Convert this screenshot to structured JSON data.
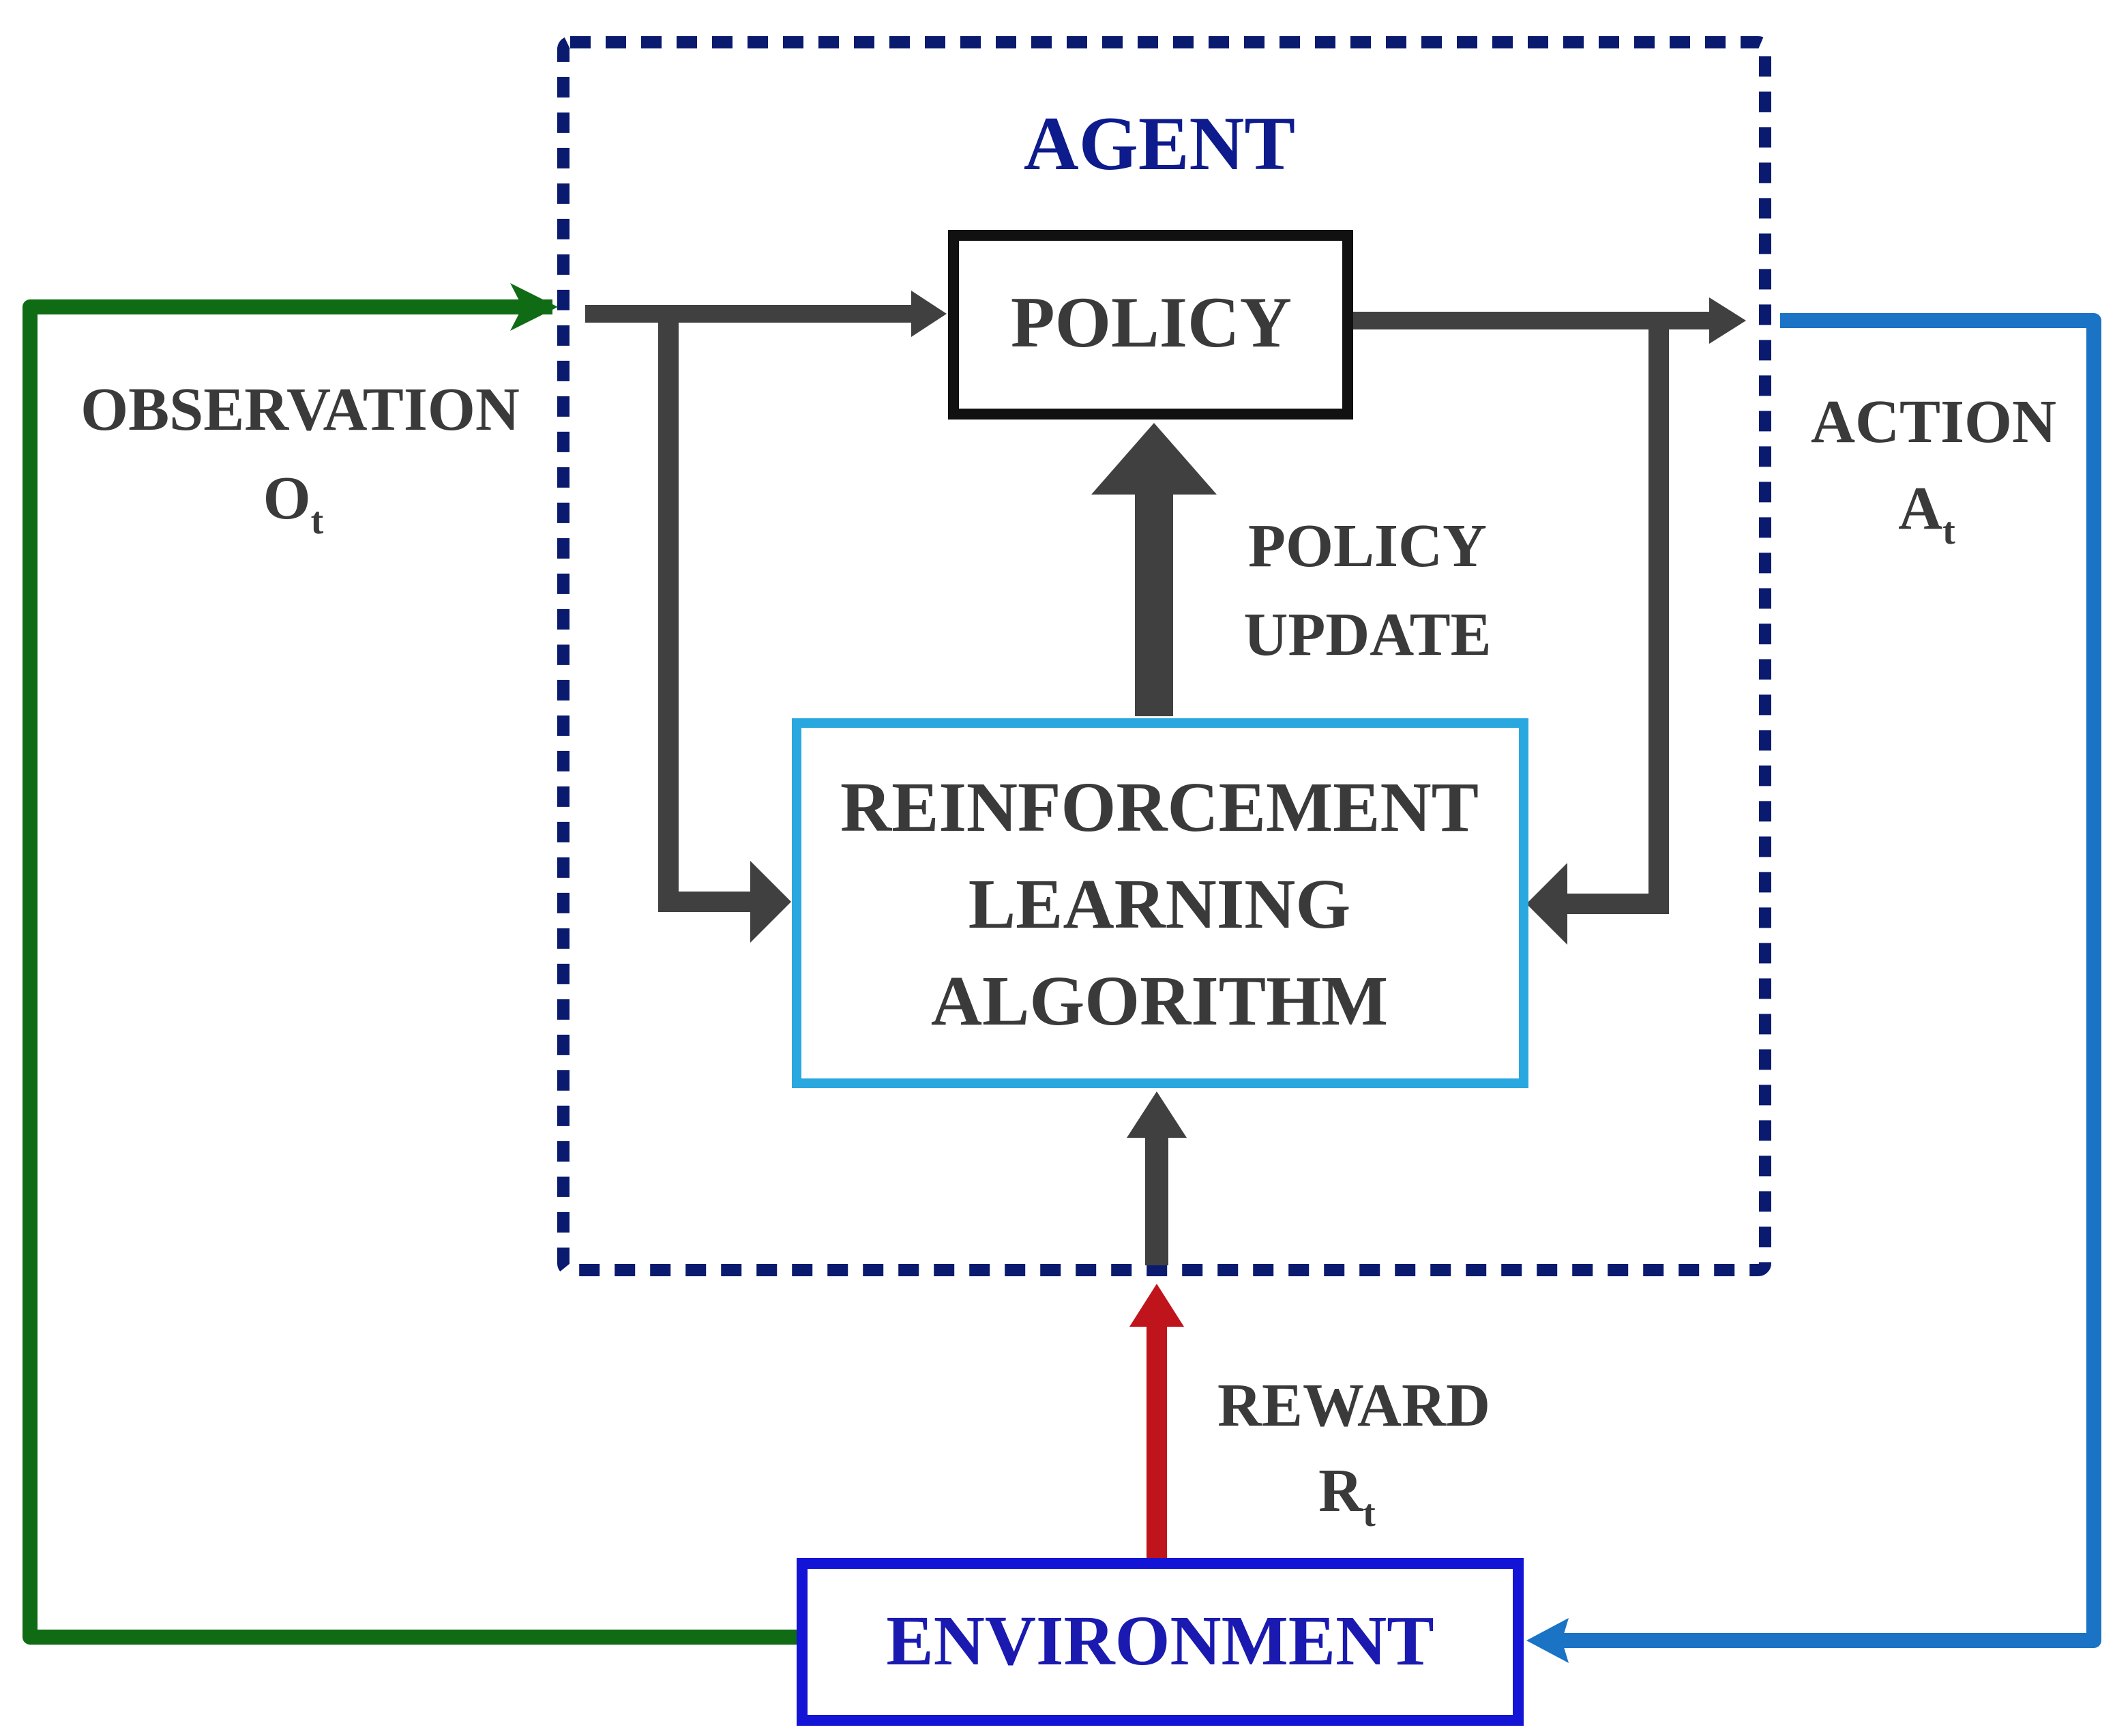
{
  "agent": {
    "title": "AGENT",
    "border_color": "#0a1a6e",
    "title_color": "#0d1b8c"
  },
  "policy": {
    "label": "POLICY"
  },
  "policy_update": {
    "line1": "POLICY",
    "line2": "UPDATE"
  },
  "rl_algorithm": {
    "line1": "REINFORCEMENT",
    "line2": "LEARNING",
    "line3": "ALGORITHM",
    "border_color": "#29a8e0"
  },
  "environment": {
    "label": "ENVIRONMENT",
    "color": "#1414d6"
  },
  "observation": {
    "label": "OBSERVATION",
    "symbol": "O",
    "subscript": "t",
    "color": "#0f6b14"
  },
  "action": {
    "label": "ACTION",
    "symbol": "A",
    "subscript": "t",
    "color": "#1a73c4"
  },
  "reward": {
    "label": "REWARD",
    "symbol": "R",
    "subscript": "t",
    "color": "#c0141c"
  },
  "colors": {
    "text": "#3a3a3a",
    "arrow": "#404040"
  }
}
